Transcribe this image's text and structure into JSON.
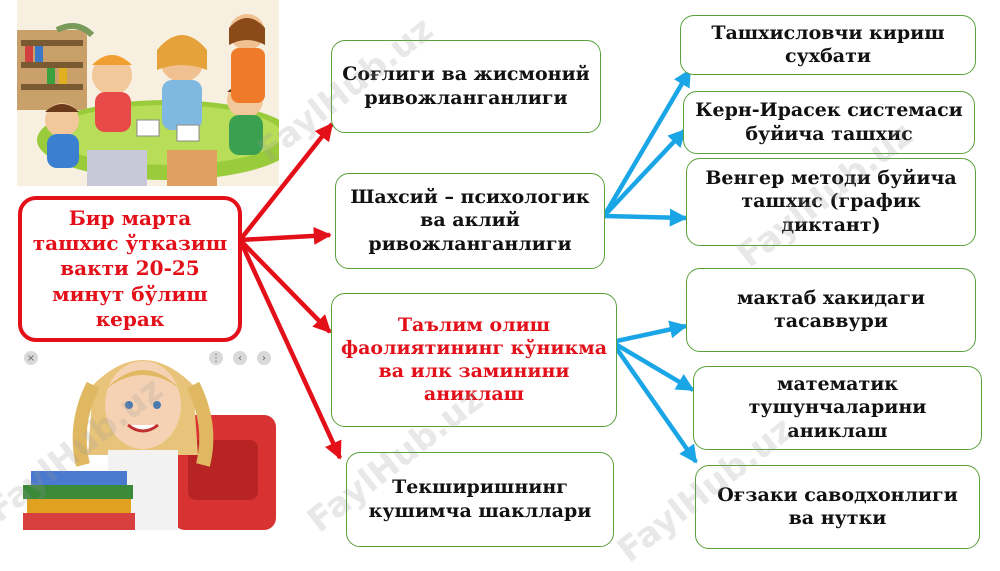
{
  "center_boxes": [
    {
      "text": "Соғлиги ва жисмоний ривожланганлиги"
    },
    {
      "text": "Шахсий – психологик ва аклий ривожланганлиги"
    },
    {
      "text": "Таълим олиш фаолиятининг кўникма ва илк заминини аниклаш"
    },
    {
      "text": "Текширишнинг кушимча шакллари"
    }
  ],
  "right_boxes": [
    {
      "text": "Ташхисловчи кириш сухбати"
    },
    {
      "text": "Керн-Ирасек системаси буйича ташхис"
    },
    {
      "text": "Венгер методи буйича ташхис (график диктант)"
    },
    {
      "text": "мактаб хакидаги тасаввури"
    },
    {
      "text": "математик тушунчаларини аниклаш"
    },
    {
      "text": "Оғзаки саводхонлиги ва нутки"
    }
  ],
  "left_box": {
    "text": "Бир марта ташхис ўтказиш вакти 20-25 минут бўлиш керак"
  },
  "watermark": "FaylHub.uz",
  "colors": {
    "red_arrow": "#e3101a",
    "blue_arrow": "#1aa6e6",
    "box_border": "#5aa13c"
  }
}
